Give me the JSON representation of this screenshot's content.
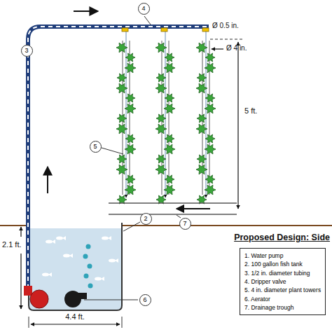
{
  "diagram": {
    "title": "Proposed Design: Side",
    "nodes": [
      {
        "text": [
          "4"
        ]
      },
      {
        "text": [
          "3"
        ]
      },
      {
        "text": [
          "5"
        ]
      },
      {
        "text": [
          "2"
        ]
      },
      {
        "text": [
          "7"
        ]
      },
      {
        "text": [
          "6"
        ]
      },
      {
        "text": [
          "1. Water pump",
          "2. 100 gallon fish tank",
          "3. 1/2 in. diameter tubing",
          "4. Dripper valve",
          "5. 4 in. diameter plant towers",
          "6. Aerator",
          "7. Drainage trough"
        ]
      }
    ],
    "labels": [
      "Ø 0.5 in.",
      "Ø 4 in.",
      "5 ft.",
      "2.1 ft.",
      "4.4 ft."
    ]
  }
}
